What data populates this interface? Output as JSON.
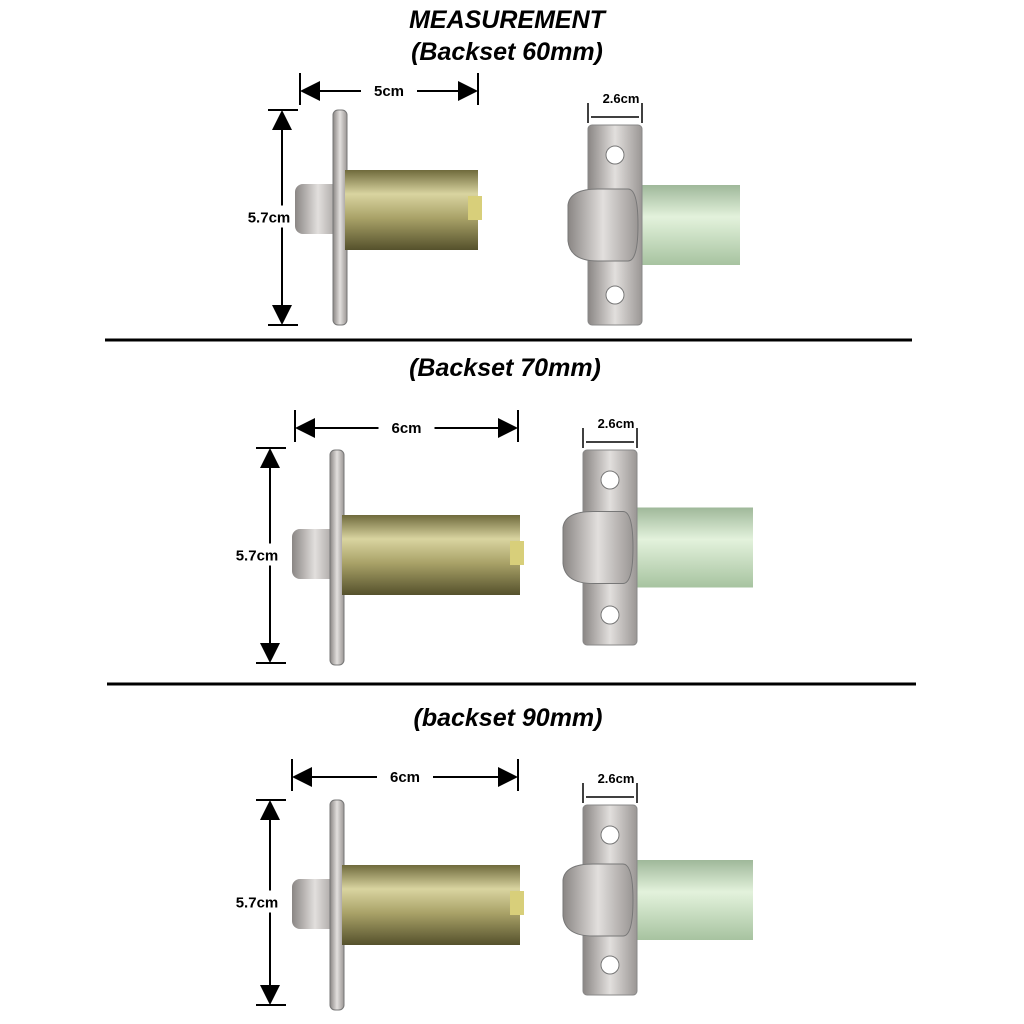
{
  "heading": "MEASUREMENT",
  "sections": [
    {
      "title": "(Backset 60mm)",
      "length": "5cm",
      "height": "5.7cm",
      "plate_width": "2.6cm"
    },
    {
      "title": "(Backset 70mm)",
      "length": "6cm",
      "height": "5.7cm",
      "plate_width": "2.6cm"
    },
    {
      "title": "(backset 90mm)",
      "length": "6cm",
      "height": "5.7cm",
      "plate_width": "2.6cm"
    }
  ],
  "colors": {
    "brass": "#b8b27a",
    "nickel": "#c8c4c2",
    "zinc": "#c9e0c0",
    "line": "#000000"
  }
}
